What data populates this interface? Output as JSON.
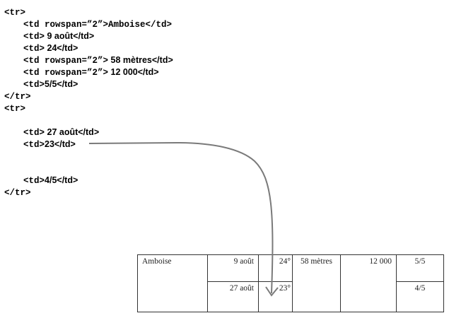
{
  "code": {
    "lines": [
      {
        "tag": "<tr>",
        "text": ""
      },
      {
        "tag": "<td rowspan=”2”>Amboise</td>",
        "text": ""
      },
      {
        "tag": "<td>",
        "text": " 9 août</td>"
      },
      {
        "tag": "<td>",
        "text": " 24</td>"
      },
      {
        "tag": "<td rowspan=”2”>",
        "text": " 58 mètres</td>"
      },
      {
        "tag": "<td rowspan=”2”>",
        "text": " 12 000</td>"
      },
      {
        "tag": "<td>",
        "text": "5/5</td>"
      },
      {
        "tag": "</tr>",
        "text": ""
      },
      {
        "tag": "<tr>",
        "text": ""
      },
      {
        "tag": "",
        "text": ""
      },
      {
        "tag": "<td>",
        "text": " 27 août</td>"
      },
      {
        "tag": "<td>",
        "text": "23</td>"
      },
      {
        "tag": "",
        "text": ""
      },
      {
        "tag": "",
        "text": ""
      },
      {
        "tag": "<td>",
        "text": "4/5</td>"
      },
      {
        "tag": "</tr>",
        "text": ""
      }
    ]
  },
  "table": {
    "row1": {
      "city": "Amboise",
      "date": "9 août",
      "temp": "24°",
      "altitude": "58 mètres",
      "population": "12 000",
      "rating": "5/5"
    },
    "row2": {
      "date": "27 août",
      "temp": "23°",
      "rating": "4/5"
    }
  },
  "arrow": {
    "color": "#777777",
    "from": "code line <td>23</td>",
    "to": "table cell 23°"
  }
}
